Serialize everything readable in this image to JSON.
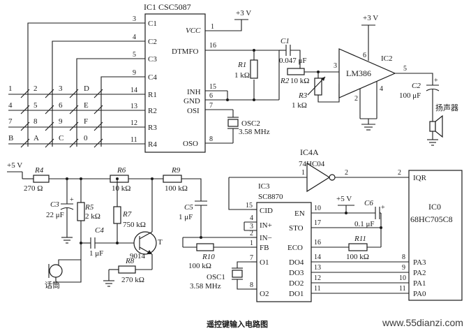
{
  "caption": "遥控键输入电路图",
  "watermark": "www.55dianzi.com",
  "ic1": {
    "title": "IC1 CSC5087",
    "pins_left": [
      "C1",
      "C2",
      "C3",
      "C4",
      "R1",
      "R2",
      "R3",
      "R4"
    ],
    "pins_left_num": [
      "3",
      "4",
      "5",
      "9",
      "14",
      "13",
      "12",
      "11"
    ],
    "vcc": "VCC",
    "dtmfo": "DTMFO",
    "inh": "INH",
    "gnd": "GND",
    "osi": "OSI",
    "oso": "OSO",
    "pin_vcc": "1",
    "pin_dtmfo": "16",
    "pin_inh": "15",
    "pin_gnd": "6",
    "pin_osi": "7",
    "pin_oso": "8"
  },
  "keypad": {
    "row1": [
      "1",
      "2",
      "3",
      "D"
    ],
    "row2": [
      "4",
      "5",
      "6",
      "E"
    ],
    "row3": [
      "7",
      "8",
      "9",
      "F"
    ],
    "row4": [
      "B",
      "A",
      "C",
      "0"
    ]
  },
  "supply": {
    "v3_a": "+3 V",
    "v3_b": "+3 V",
    "v5_a": "+5 V",
    "v5_b": "+5 V"
  },
  "r1": {
    "name": "R1",
    "value": "1 kΩ"
  },
  "c1": {
    "name": "C1",
    "value": "0.047 μF"
  },
  "r2": {
    "name": "R2",
    "value": "10 kΩ"
  },
  "r3": {
    "name": "R3",
    "value": "1 kΩ"
  },
  "osc2": {
    "name": "OSC2",
    "value": "3.58 MHz"
  },
  "ic2": {
    "chip": "LM386",
    "name": "IC2",
    "pin3": "3",
    "pin6": "6",
    "pin5": "5",
    "pin2": "2",
    "pin4": "4"
  },
  "c2": {
    "name": "C2",
    "value": "100 μF"
  },
  "speaker": "扬声器",
  "r4": {
    "name": "R4",
    "value": "270 Ω"
  },
  "r6": {
    "name": "R6",
    "value": "10 kΩ"
  },
  "r9": {
    "name": "R9",
    "value": "100 kΩ"
  },
  "c3": {
    "name": "C3",
    "value": "22 μF"
  },
  "r5": {
    "name": "R5",
    "value": "2 kΩ"
  },
  "r7": {
    "name": "R7",
    "value": "750 kΩ"
  },
  "c4": {
    "name": "C4",
    "value": "1 μF"
  },
  "transistor": {
    "name": "T",
    "model": "9014"
  },
  "r8": {
    "name": "R8",
    "value": "270 kΩ"
  },
  "mic": "话筒",
  "c5": {
    "name": "C5",
    "value": "1 μF"
  },
  "r10": {
    "name": "R10",
    "value": "100 kΩ"
  },
  "osc1": {
    "name": "OSC1",
    "value": "3.58 MHz"
  },
  "ic4": {
    "name": "IC4A",
    "chip": "74HC04",
    "pin_in": "1",
    "pin_out": "2"
  },
  "ic3": {
    "name": "IC3",
    "chip": "SC8870",
    "cid": "CID",
    "inp": "IN+",
    "inm": "IN−",
    "fb": "FB",
    "o1": "O1",
    "o2": "O2",
    "en": "EN",
    "sto": "STO",
    "eco": "ECO",
    "do4": "DO4",
    "do3": "DO3",
    "do2": "DO2",
    "do1": "DO1",
    "p15": "15",
    "p4": "4",
    "p3": "3",
    "p2": "2",
    "p1": "1",
    "p7": "7",
    "p8": "8",
    "p10": "10",
    "p17": "17",
    "p16": "16",
    "p14": "14",
    "p13": "13",
    "p12": "12",
    "p11": "11"
  },
  "c6": {
    "name": "C6",
    "value": "0.1 μF"
  },
  "r11": {
    "name": "R11",
    "value": "100 kΩ"
  },
  "ic0": {
    "name": "IC0",
    "chip": "68HC705C8",
    "iqr": "IQR",
    "pa3": "PA3",
    "pa2": "PA2",
    "pa1": "PA1",
    "pa0": "PA0",
    "p2": "2",
    "p8": "8",
    "p9": "9",
    "p10": "10",
    "p11": "11"
  }
}
